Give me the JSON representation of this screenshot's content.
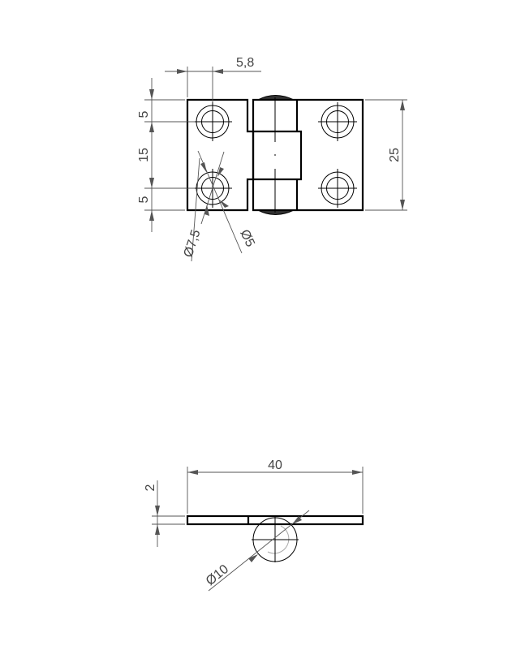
{
  "drawing": {
    "type": "technical-drawing",
    "subject": "hinge",
    "views": {
      "top_view": {
        "dimensions": {
          "hole_offset_x": "5,8",
          "edge_to_hole_top": "5",
          "hole_spacing": "15",
          "edge_to_hole_bottom": "5",
          "height": "25",
          "countersink_diameter": "Ø7,5",
          "hole_diameter": "Ø5"
        }
      },
      "side_view": {
        "dimensions": {
          "length": "40",
          "thickness": "2",
          "knuckle_diameter": "Ø10"
        }
      }
    },
    "colors": {
      "outline": "#000000",
      "dimension": "#555555",
      "text": "#444444",
      "background": "#ffffff"
    }
  }
}
